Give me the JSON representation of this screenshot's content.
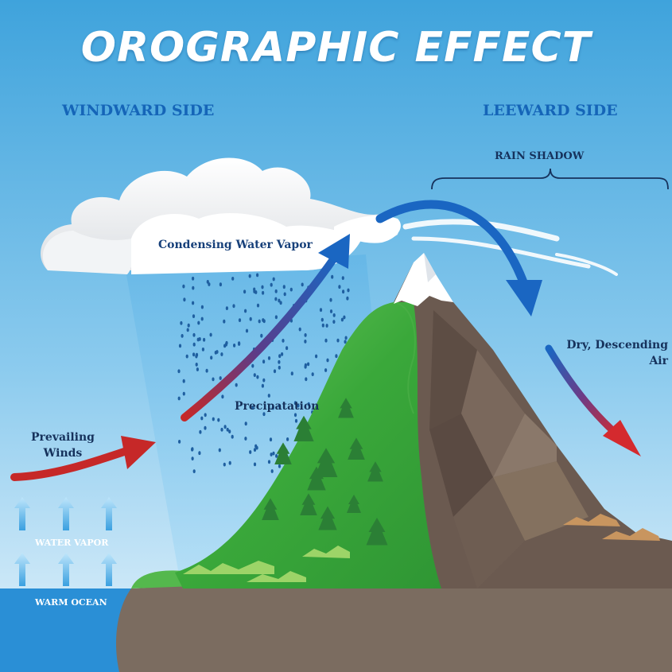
{
  "title": "OROGRAPHIC EFFECT",
  "labels": {
    "windward_side": "WINDWARD SIDE",
    "leeward_side": "LEEWARD SIDE",
    "rain_shadow": "RAIN SHADOW",
    "condensing_water_vapor": "Condensing Water Vapor",
    "precipitation": "Precipatation",
    "prevailing_winds": "Prevailing Winds",
    "dry_descending_air": "Dry, Descending Air",
    "water_vapor": "WATER VAPOR",
    "warm_ocean": "WARM OCEAN"
  },
  "colors": {
    "sky_top": "#42a6dd",
    "sky_bottom": "#d9eefa",
    "label_blue": "#1565b8",
    "label_dark": "#16325c",
    "ocean": "#2a8fd6",
    "ground": "#7b6c60",
    "forest_green": "#3fae3a",
    "rock_brown": "#6b5a50",
    "wind_red": "#c62828",
    "air_blue": "#1a66c2"
  }
}
